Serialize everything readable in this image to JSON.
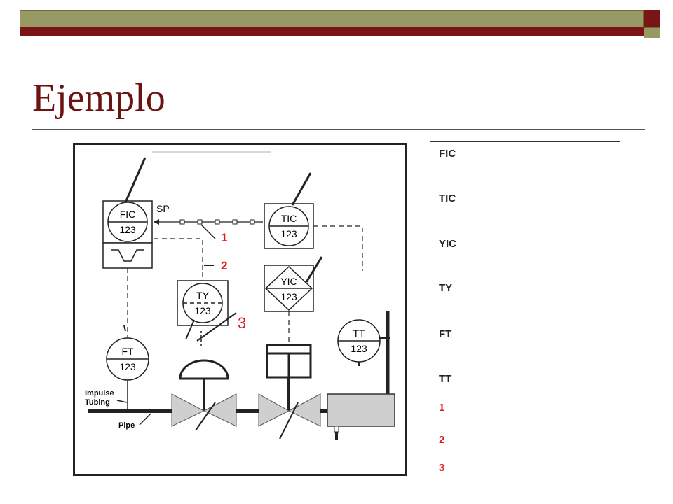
{
  "slide": {
    "title": "Ejemplo",
    "colors": {
      "olive": "#999966",
      "dark_red": "#7b1414",
      "title": "#6b1212",
      "marker_red": "#e11b1b"
    }
  },
  "diagram": {
    "instruments": [
      {
        "tag": "FIC",
        "number": "123"
      },
      {
        "tag": "TIC",
        "number": "123"
      },
      {
        "tag": "YIC",
        "number": "123"
      },
      {
        "tag": "TY",
        "number": "123"
      },
      {
        "tag": "FT",
        "number": "123"
      },
      {
        "tag": "TT",
        "number": "123"
      }
    ],
    "labels": {
      "sp": "SP",
      "impulse_line1": "Impulse",
      "impulse_line2": "Tubing",
      "pipe": "Pipe"
    },
    "markers": [
      "1",
      "2",
      "3"
    ]
  },
  "legend": {
    "items": [
      {
        "text": "FIC",
        "color": "#222222"
      },
      {
        "text": "TIC",
        "color": "#222222"
      },
      {
        "text": "YIC",
        "color": "#222222"
      },
      {
        "text": "TY",
        "color": "#222222"
      },
      {
        "text": "FT",
        "color": "#222222"
      },
      {
        "text": "TT",
        "color": "#222222"
      },
      {
        "text": "1",
        "color": "#e11b1b"
      },
      {
        "text": "2",
        "color": "#e11b1b"
      },
      {
        "text": "3",
        "color": "#e11b1b"
      }
    ]
  }
}
